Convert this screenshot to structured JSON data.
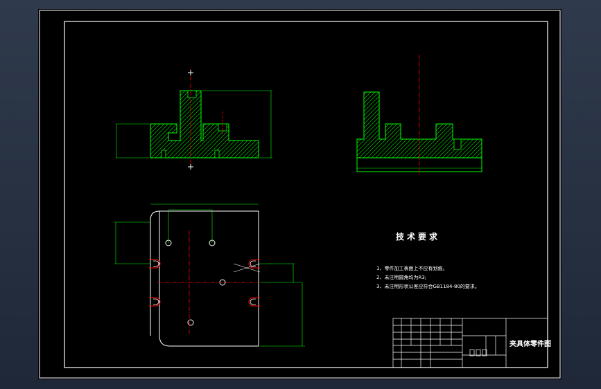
{
  "colors": {
    "background": "#000000",
    "border": "#ffffff",
    "geometry": "#00ff00",
    "centerline": "#ff0000",
    "text": "#ffffff"
  },
  "notes": {
    "title": "技术要求",
    "items": [
      "1、零件加工表面上不应有划痕。",
      "2、未注明圆角均为R3;",
      "3、未注明形状公差应符合GB1184-80的要求。"
    ]
  },
  "title_block": {
    "part_name": "夹具体零件图"
  }
}
